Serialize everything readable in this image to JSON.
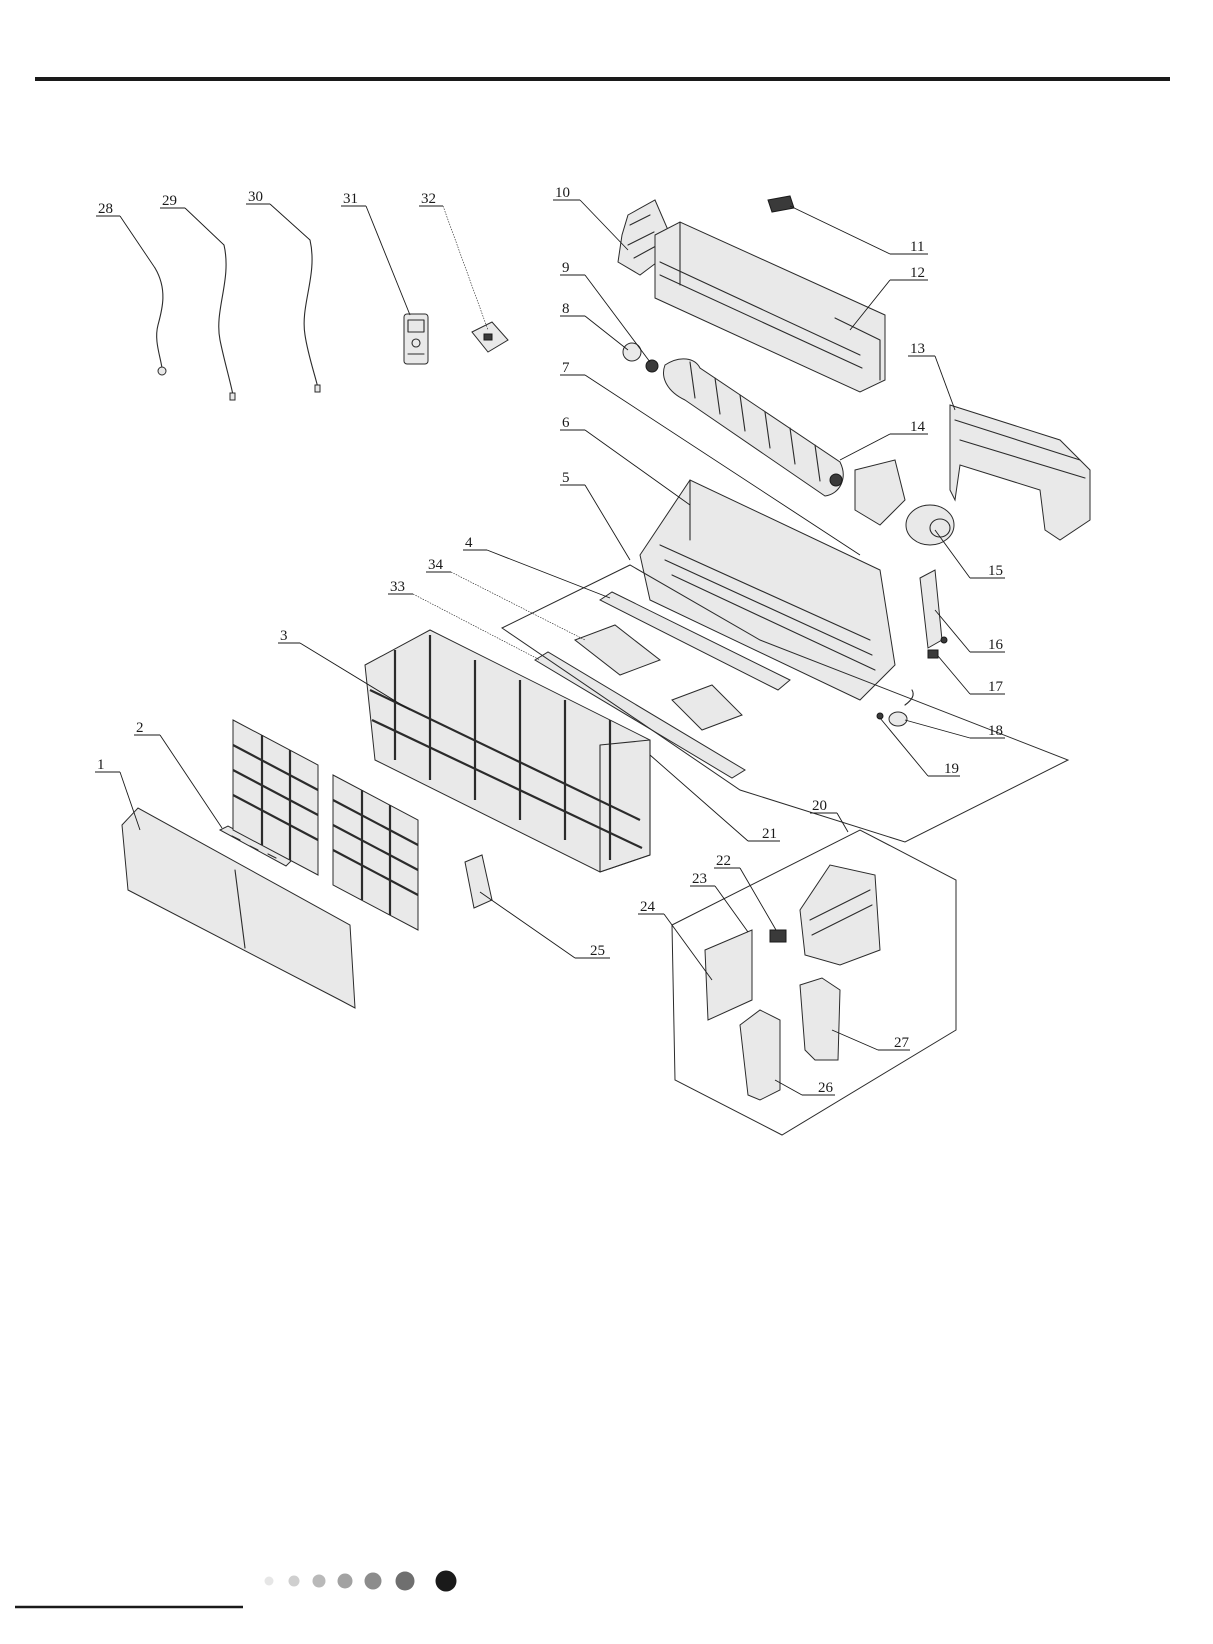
{
  "dots": [
    {
      "color": "#e6e6e6",
      "r": 4.5
    },
    {
      "color": "#cfcfcf",
      "r": 5.5
    },
    {
      "color": "#b9b9b9",
      "r": 6.5
    },
    {
      "color": "#a2a2a2",
      "r": 7.5
    },
    {
      "color": "#8c8c8c",
      "r": 8.5
    },
    {
      "color": "#6f6f6f",
      "r": 9.5
    },
    {
      "color": "#1a1a1a",
      "r": 10.5
    }
  ],
  "callouts": [
    {
      "id": "1",
      "label": "1"
    },
    {
      "id": "2",
      "label": "2"
    },
    {
      "id": "3",
      "label": "3"
    },
    {
      "id": "4",
      "label": "4"
    },
    {
      "id": "5",
      "label": "5"
    },
    {
      "id": "6",
      "label": "6"
    },
    {
      "id": "7",
      "label": "7"
    },
    {
      "id": "8",
      "label": "8"
    },
    {
      "id": "9",
      "label": "9"
    },
    {
      "id": "10",
      "label": "10"
    },
    {
      "id": "11",
      "label": "11"
    },
    {
      "id": "12",
      "label": "12"
    },
    {
      "id": "13",
      "label": "13"
    },
    {
      "id": "14",
      "label": "14"
    },
    {
      "id": "15",
      "label": "15"
    },
    {
      "id": "16",
      "label": "16"
    },
    {
      "id": "17",
      "label": "17"
    },
    {
      "id": "18",
      "label": "18"
    },
    {
      "id": "19",
      "label": "19"
    },
    {
      "id": "20",
      "label": "20"
    },
    {
      "id": "21",
      "label": "21"
    },
    {
      "id": "22",
      "label": "22"
    },
    {
      "id": "23",
      "label": "23"
    },
    {
      "id": "24",
      "label": "24"
    },
    {
      "id": "25",
      "label": "25"
    },
    {
      "id": "26",
      "label": "26"
    },
    {
      "id": "27",
      "label": "27"
    },
    {
      "id": "28",
      "label": "28"
    },
    {
      "id": "29",
      "label": "29"
    },
    {
      "id": "30",
      "label": "30"
    },
    {
      "id": "31",
      "label": "31"
    },
    {
      "id": "32",
      "label": "32"
    },
    {
      "id": "33",
      "label": "33"
    },
    {
      "id": "34",
      "label": "34"
    }
  ]
}
